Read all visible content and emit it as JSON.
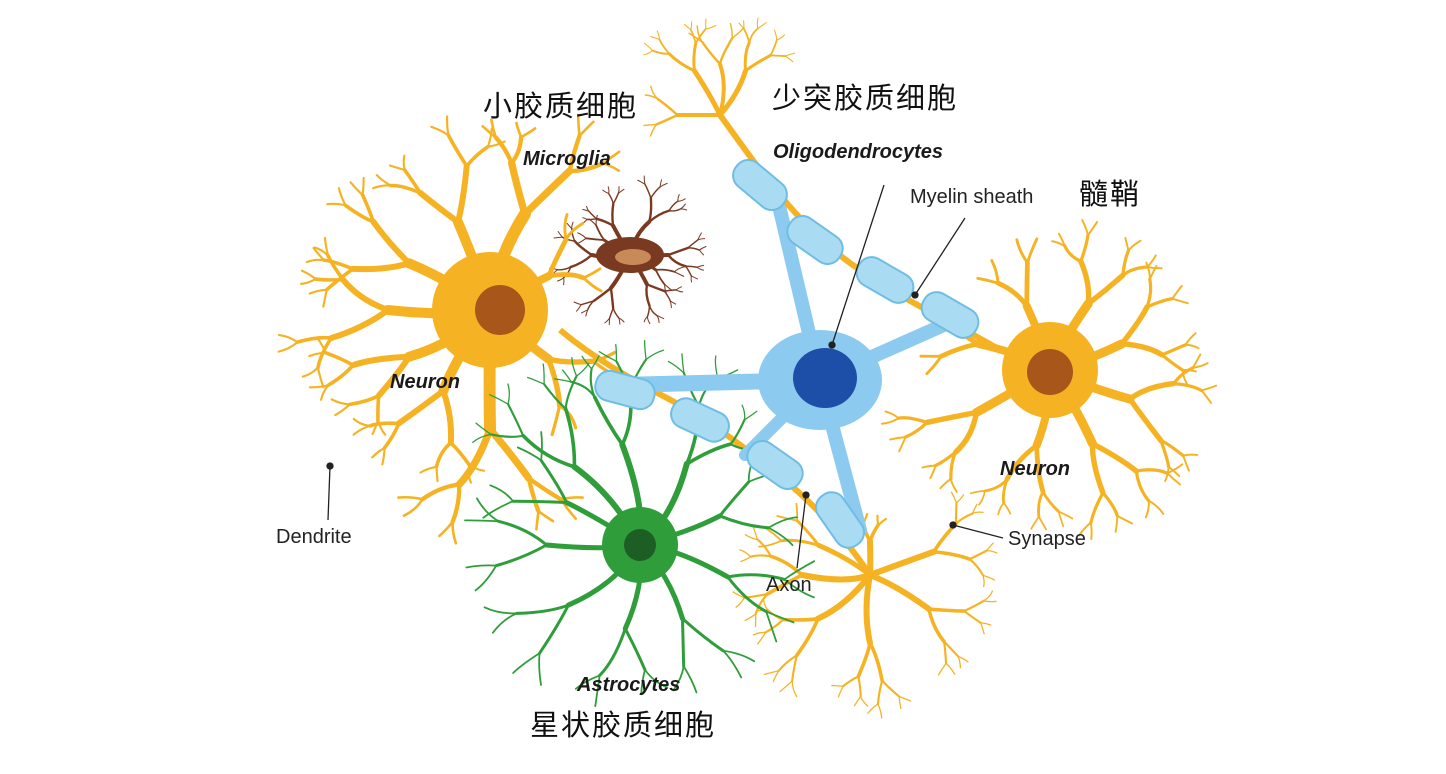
{
  "labels": {
    "microglia_cn": "小胶质细胞",
    "microglia_en": "Microglia",
    "oligo_cn": "少突胶质细胞",
    "oligo_en": "Oligodendrocytes",
    "myelin_en": "Myelin sheath",
    "myelin_cn": "髓鞘",
    "neuron_left": "Neuron",
    "neuron_right": "Neuron",
    "dendrite": "Dendrite",
    "synapse": "Synapse",
    "axon": "Axon",
    "astro_en": "Astrocytes",
    "astro_cn": "星状胶质细胞"
  },
  "colors": {
    "neuron": "#f5b324",
    "neuron_nucleus": "#a8561a",
    "myelin": "#a9dcf2",
    "oligo": "#8ccbef",
    "oligo_nucleus": "#1d4fa8",
    "astrocyte": "#2f9e3a",
    "microglia": "#7a3a22"
  }
}
